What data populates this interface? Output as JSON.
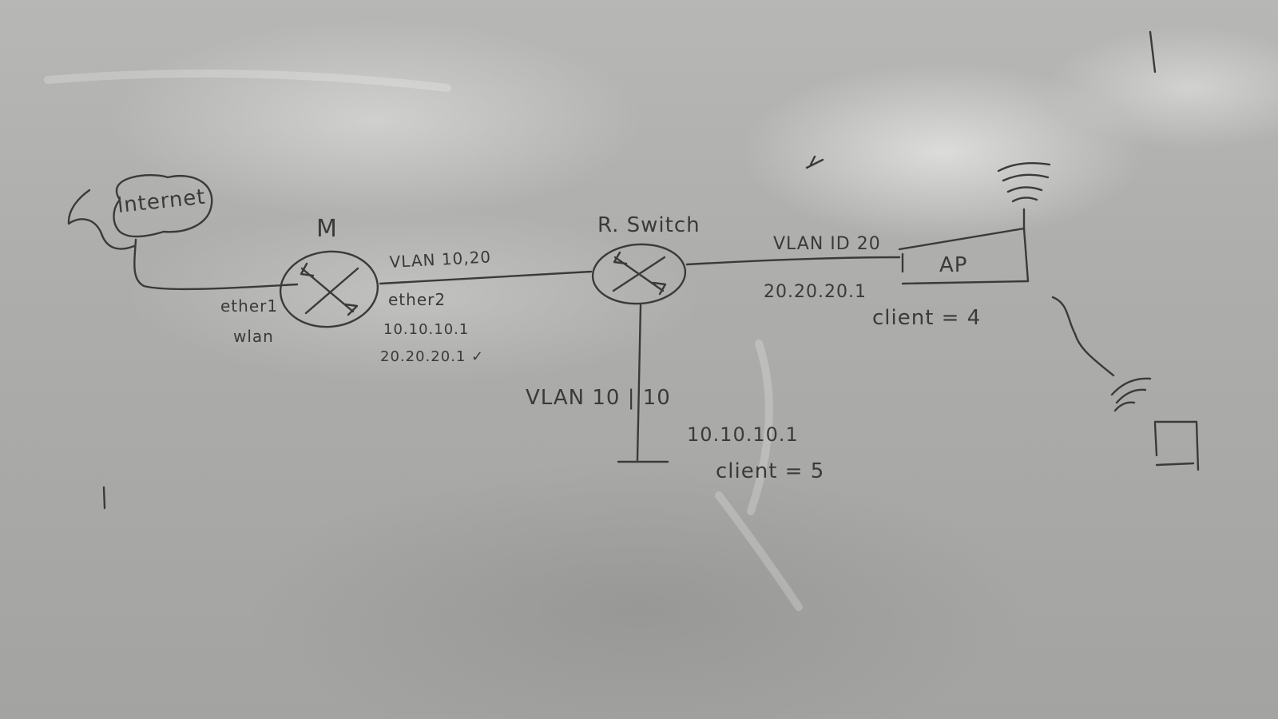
{
  "cloud_label": "internet",
  "router": {
    "label": "M",
    "wan_labels": [
      "ether1",
      "wlan"
    ],
    "lan_labels": [
      "VLAN 10,20",
      "ether2",
      "10.10.10.1",
      "20.20.20.1 ✓"
    ]
  },
  "switch": {
    "label": "R. Switch",
    "vlan10_label": "VLAN 10 | 10",
    "vlan10_gateway": "10.10.10.1",
    "vlan10_clients": "client = 5",
    "vlan20_label": "VLAN ID 20",
    "vlan20_gateway": "20.20.20.1"
  },
  "access_point": {
    "label": "AP",
    "clients": "client = 4"
  }
}
